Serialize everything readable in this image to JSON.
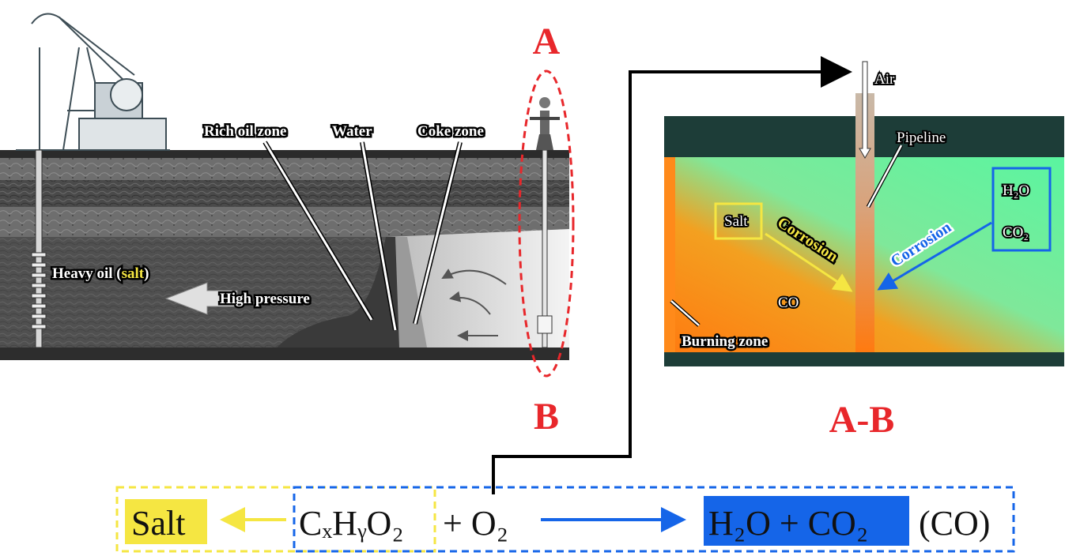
{
  "labels": {
    "rich_oil_zone": "Rich oil zone",
    "water": "Water",
    "coke_zone": "Coke zone",
    "heavy_oil_prefix": "Heavy oil (",
    "heavy_oil_salt": "salt",
    "heavy_oil_suffix": ")",
    "high_pressure": "High pressure",
    "marker_a": "A",
    "marker_b": "B",
    "marker_ab": "A-B"
  },
  "inset": {
    "air": "Air",
    "pipeline": "Pipeline",
    "salt": "Salt",
    "corrosion_left": "Corrosion",
    "corrosion_right": "Corrosion",
    "h2o": "H₂O",
    "co2": "CO₂",
    "co": "CO",
    "burning_zone": "Burning zone"
  },
  "equation": {
    "salt": "Salt",
    "reactant": "CₓHᵧO₂",
    "plus_o2": "+ O₂",
    "products": "H₂O + CO₂",
    "co": "(CO)"
  },
  "colors": {
    "red_marker": "#e8272b",
    "yellow": "#f5e642",
    "blue": "#1565e8",
    "green_zone": "#5af5a0",
    "orange_zone": "#ff8a1a",
    "dark_band": "#1d3d38"
  }
}
